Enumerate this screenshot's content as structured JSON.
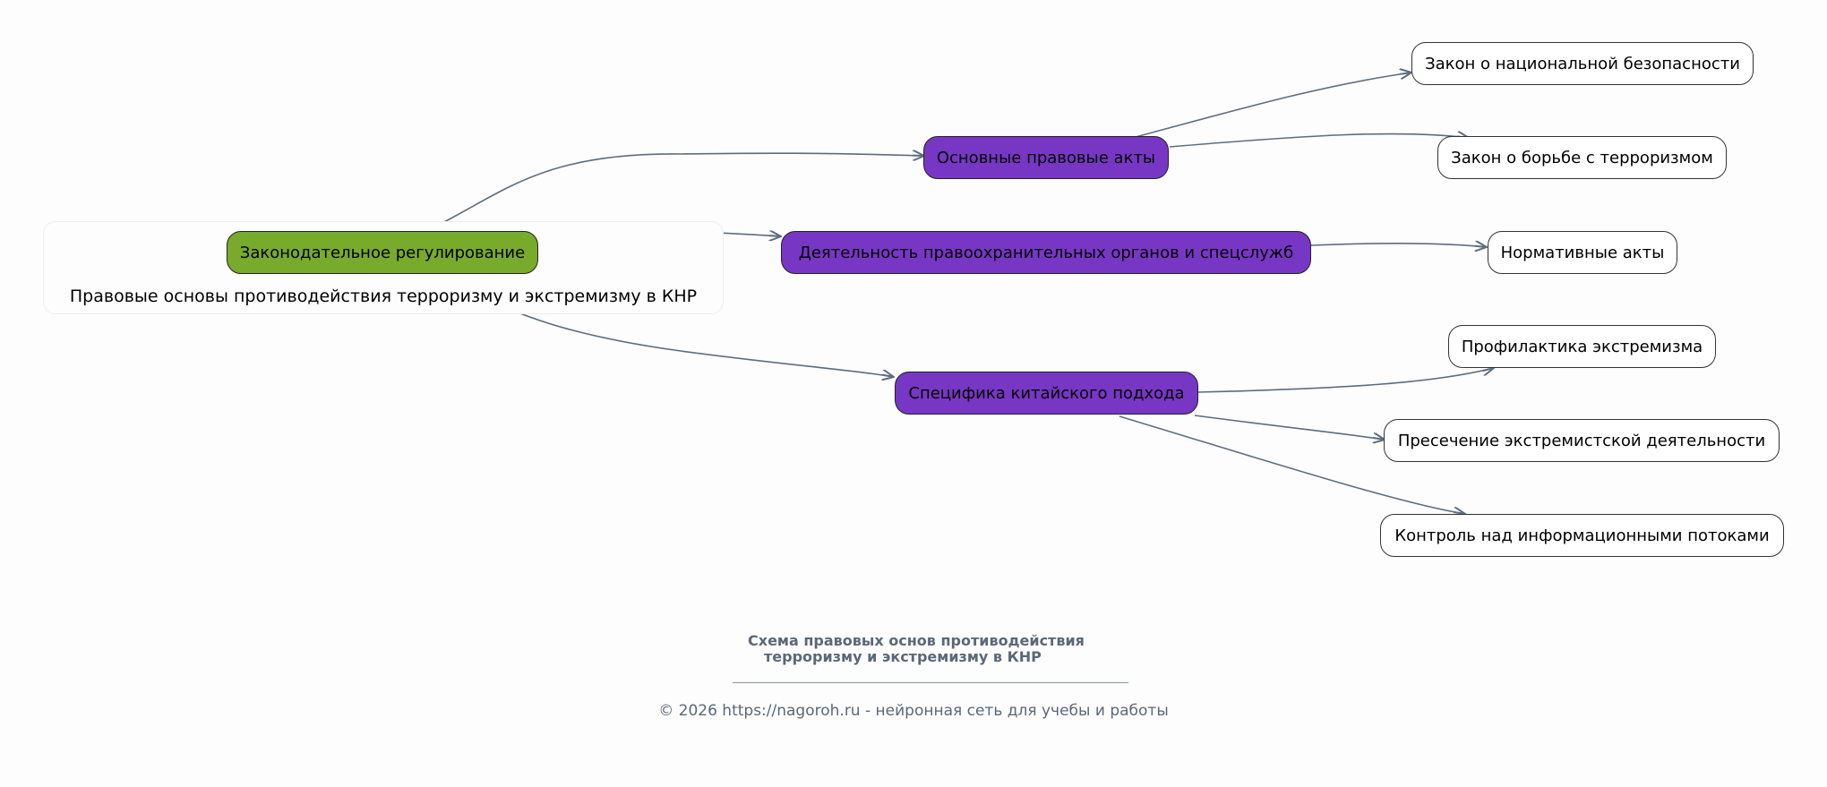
{
  "diagram": {
    "edge_color": "#5d6d7e",
    "cluster": {
      "label": "Правовые основы противодействия терроризму и экстремизму в КНР"
    },
    "nodes": {
      "root": {
        "label": "Законодательное регулирование",
        "color": "#78aa2c"
      },
      "acts": {
        "label": "Основные правовые акты",
        "color": "#7737c4"
      },
      "agencies": {
        "label": "Деятельность правоохранительных органов и спецслужб",
        "color": "#7737c4"
      },
      "china": {
        "label": "Специфика китайского подхода",
        "color": "#7737c4"
      },
      "law_security": {
        "label": "Закон о национальной безопасности"
      },
      "law_terror": {
        "label": "Закон о борьбе с терроризмом"
      },
      "normative": {
        "label": "Нормативные акты"
      },
      "prevention": {
        "label": "Профилактика экстремизма"
      },
      "suppression": {
        "label": "Пресечение экстремистской деятельности"
      },
      "info_control": {
        "label": "Контроль над информационными потоками"
      }
    },
    "edges": [
      {
        "from": "root",
        "to": "acts"
      },
      {
        "from": "root",
        "to": "agencies"
      },
      {
        "from": "root",
        "to": "china"
      },
      {
        "from": "acts",
        "to": "law_security"
      },
      {
        "from": "acts",
        "to": "law_terror"
      },
      {
        "from": "agencies",
        "to": "normative"
      },
      {
        "from": "china",
        "to": "prevention"
      },
      {
        "from": "china",
        "to": "suppression"
      },
      {
        "from": "china",
        "to": "info_control"
      }
    ]
  },
  "footer": {
    "title_line1": "Схема правовых основ противодействия",
    "title_line2": "терроризму и экстремизму в КНР",
    "copyright": "© 2026 https://nagoroh.ru - нейронная сеть для учебы и работы"
  }
}
